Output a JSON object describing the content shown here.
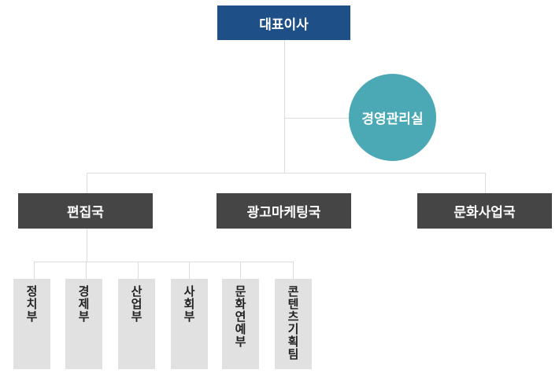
{
  "ceo": "대표이사",
  "management": "경영관리실",
  "bureaus": [
    "편집국",
    "광고마케팅국",
    "문화사업국"
  ],
  "departments": [
    "정치부",
    "경제부",
    "산업부",
    "사회부",
    "문화연예부",
    "콘텐츠기획팀"
  ]
}
